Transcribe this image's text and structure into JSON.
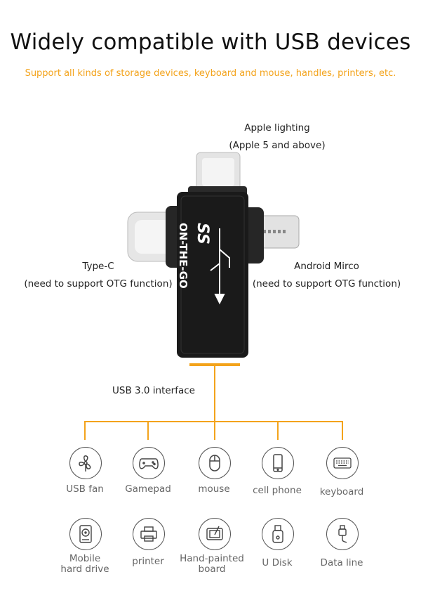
{
  "header": {
    "title": "Widely compatible with USB devices",
    "subtitle": "Support all kinds of storage devices, keyboard and mouse, handles, printers, etc."
  },
  "adapter": {
    "apple_label_line1": "Apple lighting",
    "apple_label_line2": "(Apple 5 and above)",
    "typec_label_line1": "Type-C",
    "typec_label_line2": "(need to support OTG function)",
    "micro_label_line1": "Android Mirco",
    "micro_label_line2": "(need to support OTG function)",
    "usb_label": "USB 3.0 interface",
    "body_logo": "SS",
    "body_text": "ON-THE-GO"
  },
  "devices": [
    {
      "label": "USB fan",
      "icon": "fan-icon"
    },
    {
      "label": "Gamepad",
      "icon": "gamepad-icon"
    },
    {
      "label": "mouse",
      "icon": "mouse-icon"
    },
    {
      "label": "cell phone",
      "icon": "phone-icon"
    },
    {
      "label": "keyboard",
      "icon": "keyboard-icon"
    },
    {
      "label_line1": "Mobile",
      "label_line2": "hard drive",
      "icon": "hard-drive-icon"
    },
    {
      "label": "printer",
      "icon": "printer-icon"
    },
    {
      "label_line1": "Hand-painted",
      "label_line2": "board",
      "icon": "drawing-board-icon"
    },
    {
      "label": "U Disk",
      "icon": "u-disk-icon"
    },
    {
      "label": "Data line",
      "icon": "data-line-icon"
    }
  ],
  "colors": {
    "accent": "#f3a31b",
    "device_body": "#1a1a1a",
    "connector_silver": "#e2e2e2"
  }
}
